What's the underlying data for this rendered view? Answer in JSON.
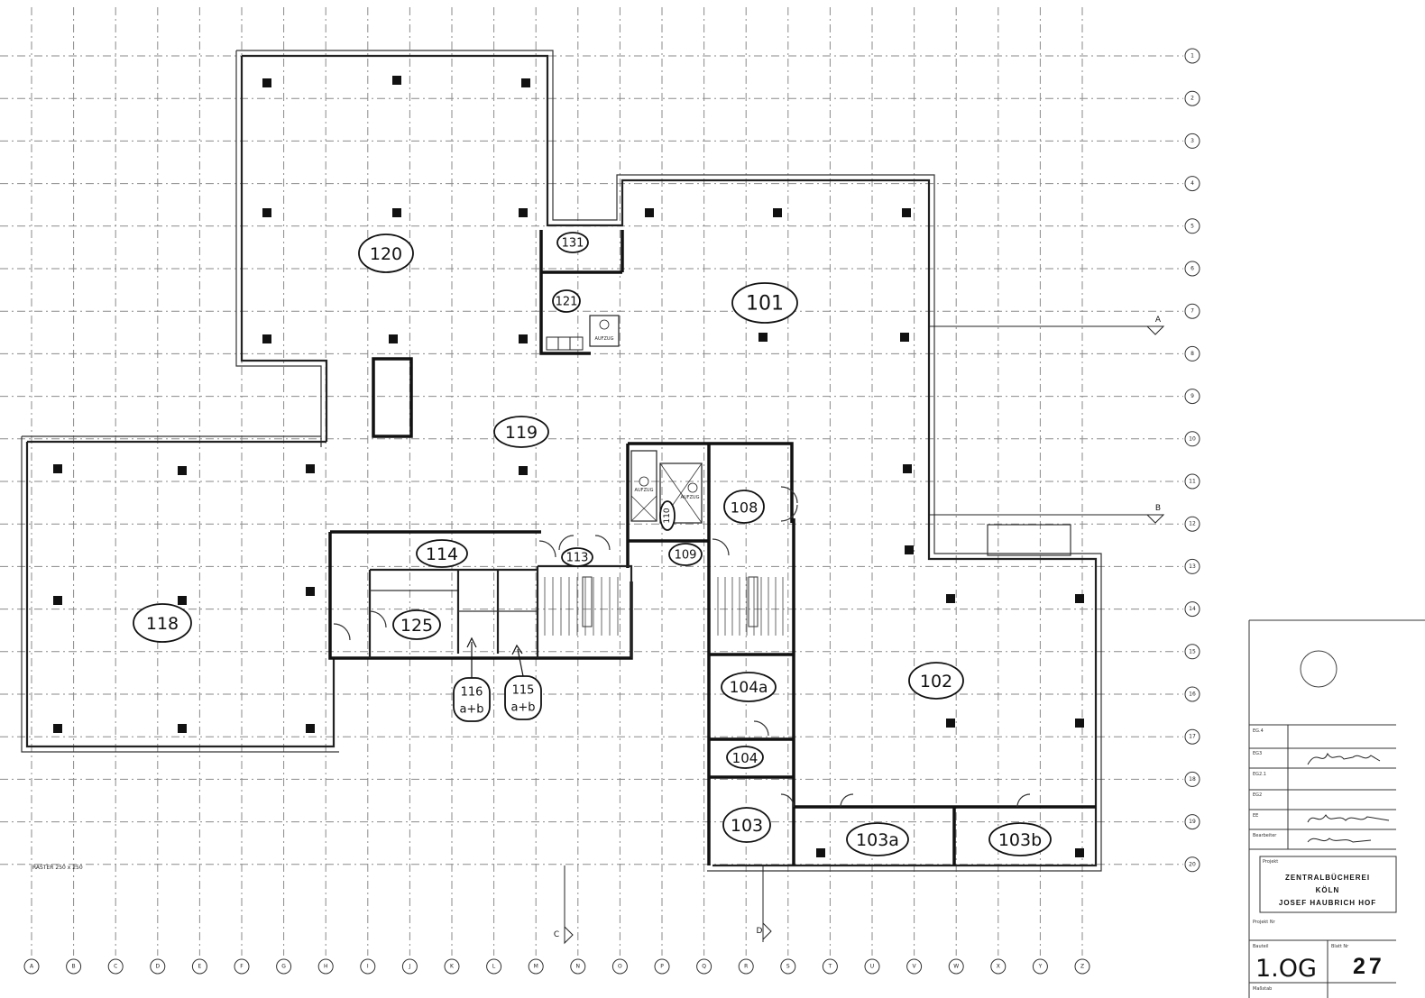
{
  "grid": {
    "column_axes": [
      "A",
      "B",
      "C",
      "D",
      "E",
      "F",
      "G",
      "H",
      "I",
      "J",
      "K",
      "L",
      "M",
      "N",
      "O",
      "P",
      "Q",
      "R",
      "S",
      "T",
      "U",
      "V",
      "W",
      "X",
      "Y",
      "Z"
    ],
    "row_axes": [
      "1",
      "2",
      "3",
      "4",
      "5",
      "6",
      "7",
      "8",
      "9",
      "10",
      "11",
      "12",
      "13",
      "14",
      "15",
      "16",
      "17",
      "18",
      "19",
      "20"
    ],
    "raster_label": "RASTER 250 x 250"
  },
  "section_markers": [
    {
      "id": "A"
    },
    {
      "id": "B"
    },
    {
      "id": "C"
    },
    {
      "id": "D"
    }
  ],
  "rooms": {
    "r120": "120",
    "r101": "101",
    "r121": "121",
    "r131": "131",
    "r119": "119",
    "r118": "118",
    "r114": "114",
    "r113": "113",
    "r125": "125",
    "r116": "116\na+b",
    "r116_line1": "116",
    "r116_line2": "a+b",
    "r115_line1": "115",
    "r115_line2": "a+b",
    "r108": "108",
    "r109": "109",
    "r110": "110",
    "r102": "102",
    "r104a": "104a",
    "r104": "104",
    "r103": "103",
    "r103a": "103a",
    "r103b": "103b"
  },
  "elevators": {
    "e1": "AUFZUG",
    "e2": "AUFZUG",
    "e3": "AUFZUG"
  },
  "title_block": {
    "project_label": "Projekt",
    "project_line1": "ZENTRALBÜCHEREI",
    "project_line2": "KÖLN",
    "project_line3": "JOSEF HAUBRICH HOF",
    "projekt_nr_label": "Projekt Nr",
    "bauteil_label": "Bauteil",
    "blatt_label": "Blatt Nr",
    "floor": "1.OG",
    "sheet_number": "27",
    "massstab_label": "Maßstab",
    "bearbeiter_label": "Bearbeiter",
    "row_labels": [
      "EG.4",
      "EG3",
      "EG2.1",
      "EG2",
      "EE"
    ]
  }
}
